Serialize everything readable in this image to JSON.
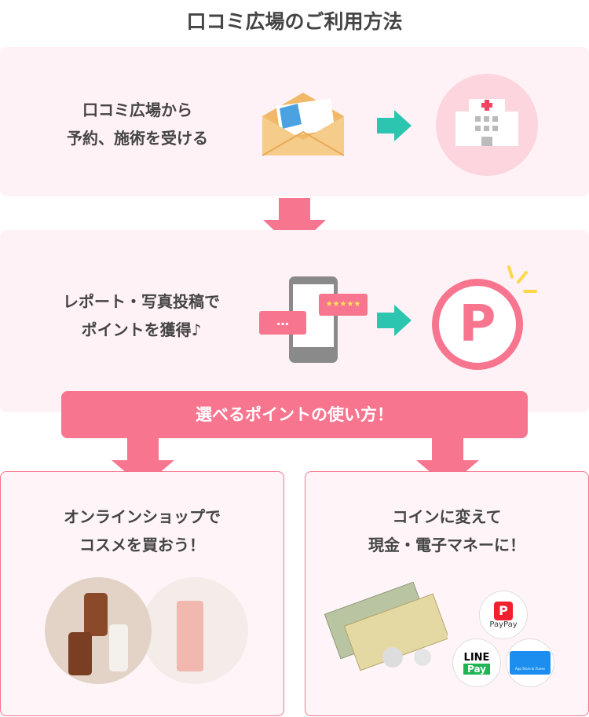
{
  "title": "口コミ広場のご利用方法",
  "step1": {
    "line1": "口コミ広場から",
    "line2": "予約、施術を受ける",
    "icons": [
      "envelope-icon",
      "arrow-right-icon",
      "hospital-icon"
    ]
  },
  "step2": {
    "line1": "レポート・写真投稿で",
    "line2": "ポイントを獲得♪",
    "bubble_dots": "…",
    "stars": "★★★★★",
    "point_letter": "P"
  },
  "banner": "選べるポイントの使い方！",
  "option1": {
    "line1": "オンラインショップで",
    "line2": "コスメを買おう！"
  },
  "option2": {
    "line1": "コインに変えて",
    "line2": "現金・電子マネーに！"
  },
  "payments": {
    "paypay": "PayPay",
    "line": "LINE",
    "line_pay": "Pay",
    "apple": "App Store & iTunes"
  },
  "colors": {
    "pink": "#f7758f",
    "teal": "#2cc5b0",
    "box": "#fff2f6"
  }
}
